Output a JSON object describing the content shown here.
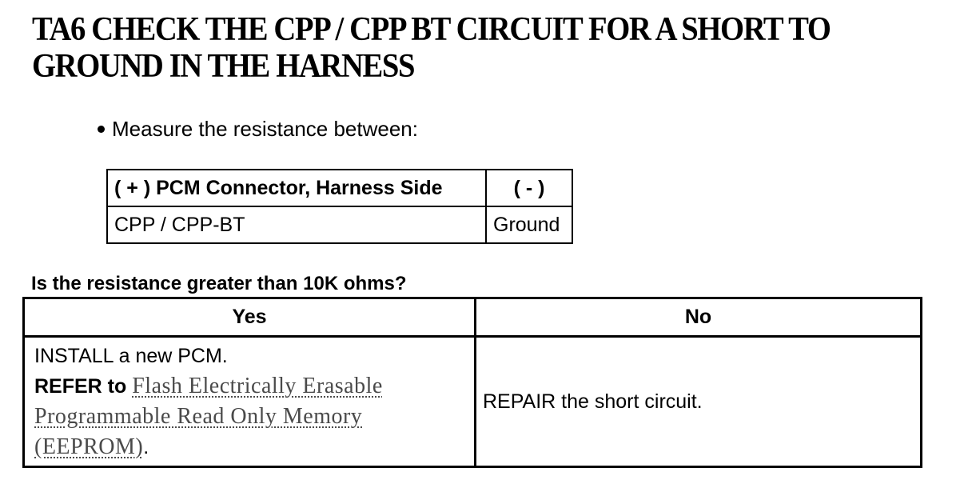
{
  "page": {
    "background_color": "#ffffff",
    "text_color": "#000000",
    "link_color": "#4a4a4a"
  },
  "header": {
    "title_lines": [
      "TA6 CHECK THE CPP / CPP BT CIRCUIT FOR A SHORT TO",
      "GROUND IN THE HARNESS"
    ]
  },
  "instruction": {
    "bullet_text": "Measure the resistance between:"
  },
  "measure_table": {
    "headers": [
      "( + ) PCM Connector, Harness Side",
      "( - )"
    ],
    "rows": [
      [
        "CPP / CPP-BT",
        "Ground"
      ]
    ]
  },
  "question": "Is the resistance greater than 10K ohms?",
  "decision_table": {
    "headers": [
      "Yes",
      "No"
    ],
    "yes_cell": {
      "line1": "INSTALL a new PCM.",
      "refer_prefix": "REFER to ",
      "link_text": "Flash Electrically Erasable Programmable Read Only Memory (EEPROM)",
      "suffix": "."
    },
    "no_cell": "REPAIR the short circuit."
  }
}
